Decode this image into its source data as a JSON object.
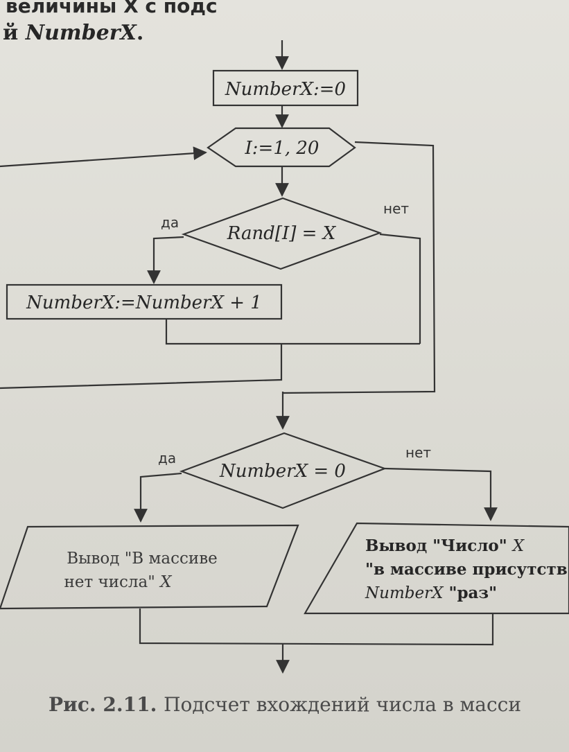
{
  "header": {
    "line1": "величины X с подс",
    "line2_prefix": "й ",
    "line2_var": "NumberX",
    "line2_suffix": "."
  },
  "flow": {
    "init": "NumberX:=0",
    "loop": "I:=1, 20",
    "decision1": "Rand[I] = X",
    "increment": "NumberX:=NumberX + 1",
    "decision2": "NumberX = 0",
    "yes": "да",
    "no": "нет",
    "out_left_1": "Вывод \"В массиве",
    "out_left_2": "нет числа\" ",
    "out_left_2_var": "X",
    "out_right_1": "Вывод \"Число\" ",
    "out_right_1_var": "X",
    "out_right_2": "\"в массиве присутств",
    "out_right_3_var": "NumberX",
    "out_right_3": " \"раз\""
  },
  "caption": {
    "number": "Рис. 2.11. ",
    "text": "Подсчет вхождений числа в масси"
  }
}
